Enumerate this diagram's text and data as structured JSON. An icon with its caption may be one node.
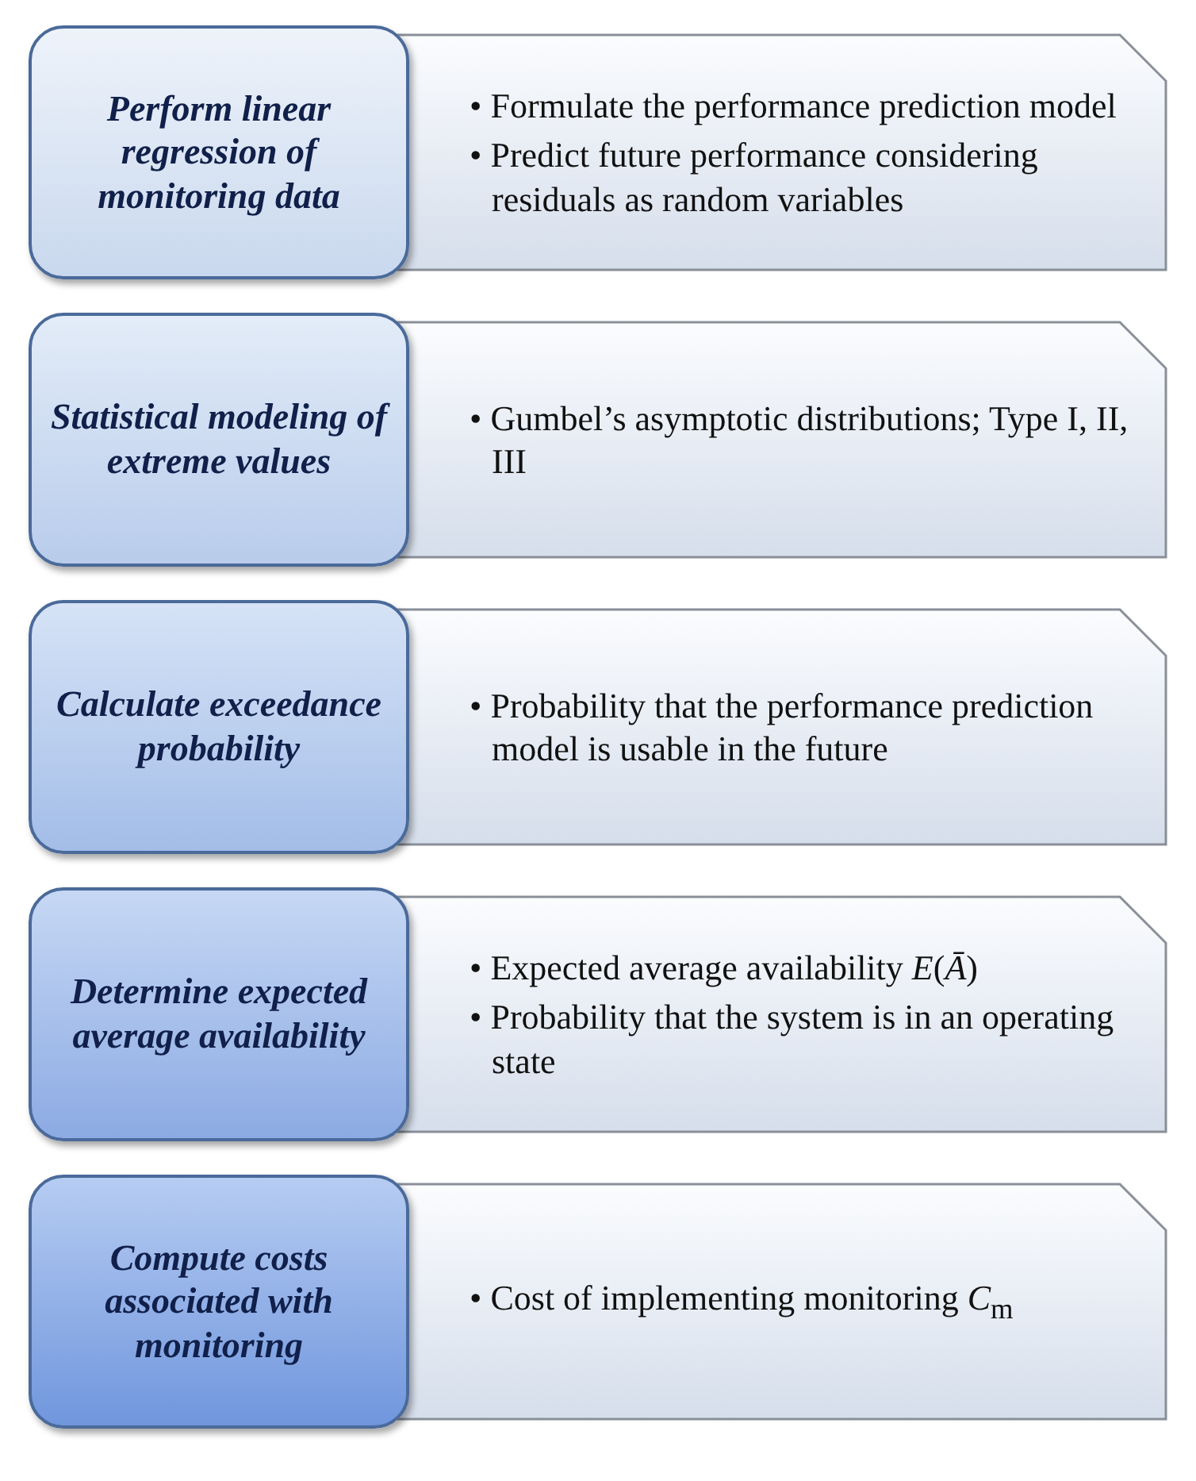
{
  "diagram": {
    "nodes": [
      {
        "text": [
          "Perform linear regression of monitoring data"
        ]
      },
      {
        "text": [
          "• Formulate the performance prediction model",
          "• Predict future performance considering residuals as random variables"
        ]
      },
      {
        "text": [
          "Statistical modeling of extreme values"
        ]
      },
      {
        "text": [
          "• Gumbel’s asymptotic distributions; Type I, II, III"
        ]
      },
      {
        "text": [
          "Calculate exceedance probability"
        ]
      },
      {
        "text": [
          "• Probability that the performance prediction model is usable in the future"
        ]
      },
      {
        "text": [
          "Determine expected average availability"
        ]
      },
      {
        "text": [
          "• Expected average availability *E*(*Ā*)",
          "• Probability that the system is in an operating state"
        ]
      },
      {
        "text": [
          "Compute costs associated with monitoring"
        ]
      },
      {
        "text": [
          "• Cost of implementing monitoring *C*$_{m}$"
        ]
      }
    ],
    "edges": []
  }
}
